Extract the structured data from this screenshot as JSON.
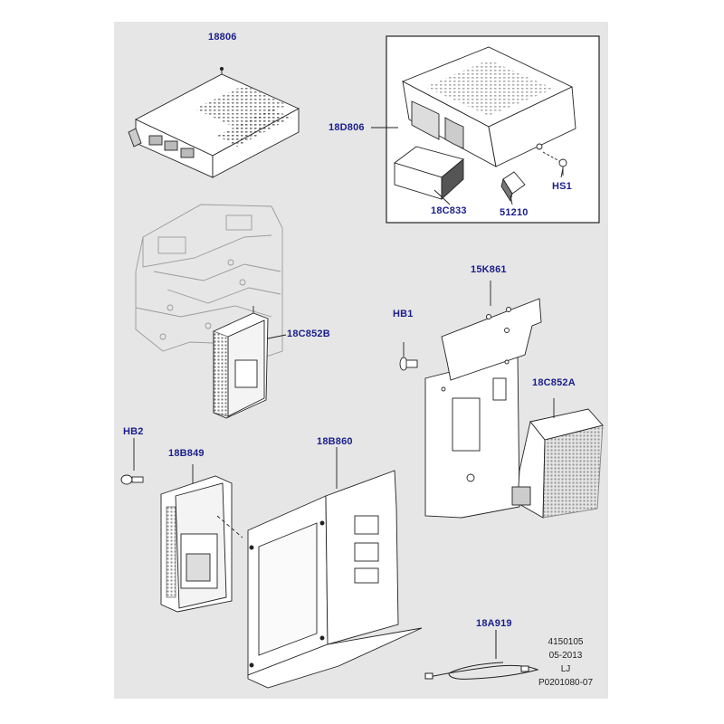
{
  "diagram": {
    "callouts": {
      "p18806": "18806",
      "p18D806": "18D806",
      "p18C833": "18C833",
      "p51210": "51210",
      "pHS1": "HS1",
      "p18C852B": "18C852B",
      "p15K861": "15K861",
      "pHB1": "HB1",
      "p18C852A": "18C852A",
      "pHB2": "HB2",
      "p18B849": "18B849",
      "p18B860": "18B860",
      "p18A919": "18A919"
    },
    "reference": {
      "line1": "4150105",
      "line2": "05-2013",
      "line3": "LJ",
      "line4": "P0201080-07"
    },
    "colors": {
      "background": "#e6e6e6",
      "callout_text": "#1a1e8c",
      "line": "#222222",
      "ghost_line": "#9a9a9a"
    }
  }
}
